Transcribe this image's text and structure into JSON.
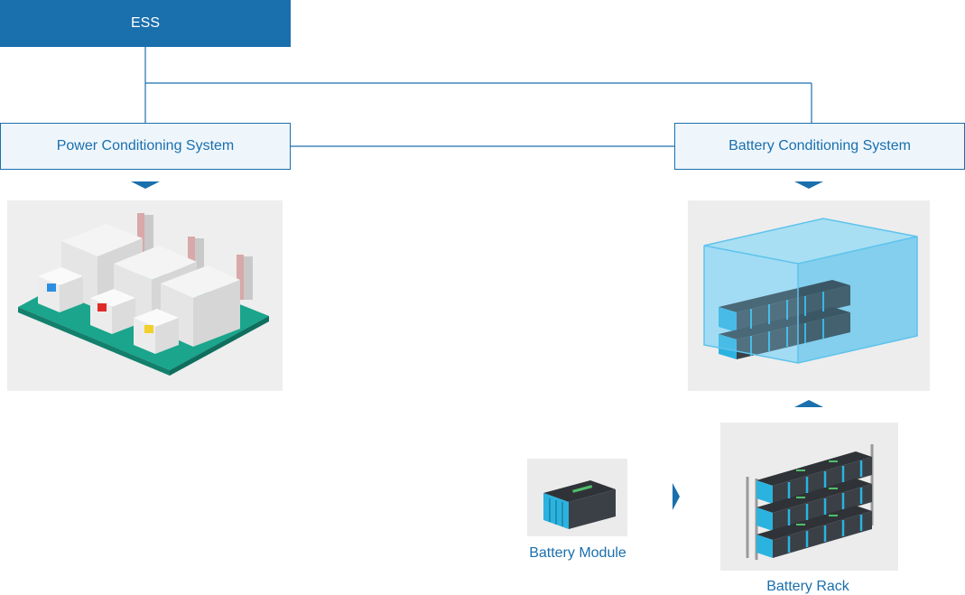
{
  "ess": {
    "label": "ESS"
  },
  "pcs": {
    "label": "Power Conditioning System"
  },
  "bcs": {
    "label": "Battery Conditioning System"
  },
  "battery_module": {
    "label": "Battery Module"
  },
  "battery_rack": {
    "label": "Battery Rack"
  },
  "colors": {
    "accent": "#1a6fad",
    "box_fill": "#eef6fc",
    "pcs_floor": "#1aa58c",
    "battery_cyan": "#2bb3e0",
    "battery_dark": "#2f3338",
    "indicator_blue": "#2a8fe0",
    "indicator_red": "#e02a2a",
    "indicator_yellow": "#f2d02a"
  }
}
